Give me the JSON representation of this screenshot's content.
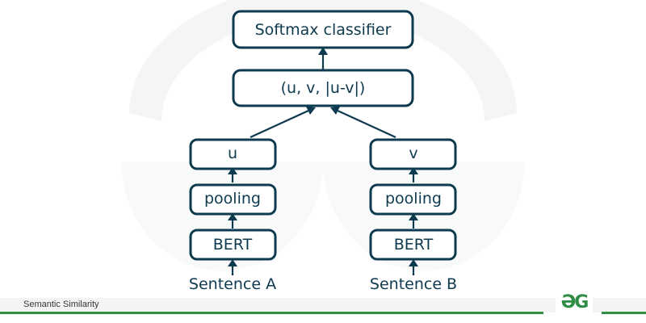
{
  "diagram": {
    "title": "Semantic Similarity",
    "nodes": {
      "softmax": "Softmax classifier",
      "concat": "(u, v, |u-v|)",
      "u": "u",
      "v": "v",
      "pooling_a": "pooling",
      "pooling_b": "pooling",
      "bert_a": "BERT",
      "bert_b": "BERT",
      "sentence_a": "Sentence A",
      "sentence_b": "Sentence B"
    },
    "edges": [
      [
        "sentence_a",
        "bert_a"
      ],
      [
        "bert_a",
        "pooling_a"
      ],
      [
        "pooling_a",
        "u"
      ],
      [
        "u",
        "concat"
      ],
      [
        "sentence_b",
        "bert_b"
      ],
      [
        "bert_b",
        "pooling_b"
      ],
      [
        "pooling_b",
        "v"
      ],
      [
        "v",
        "concat"
      ],
      [
        "concat",
        "softmax"
      ]
    ]
  },
  "footer": {
    "caption": "Semantic Similarity",
    "logo": "ƏG"
  },
  "colors": {
    "stroke": "#0e3a4f",
    "accent": "#2f8d46"
  }
}
